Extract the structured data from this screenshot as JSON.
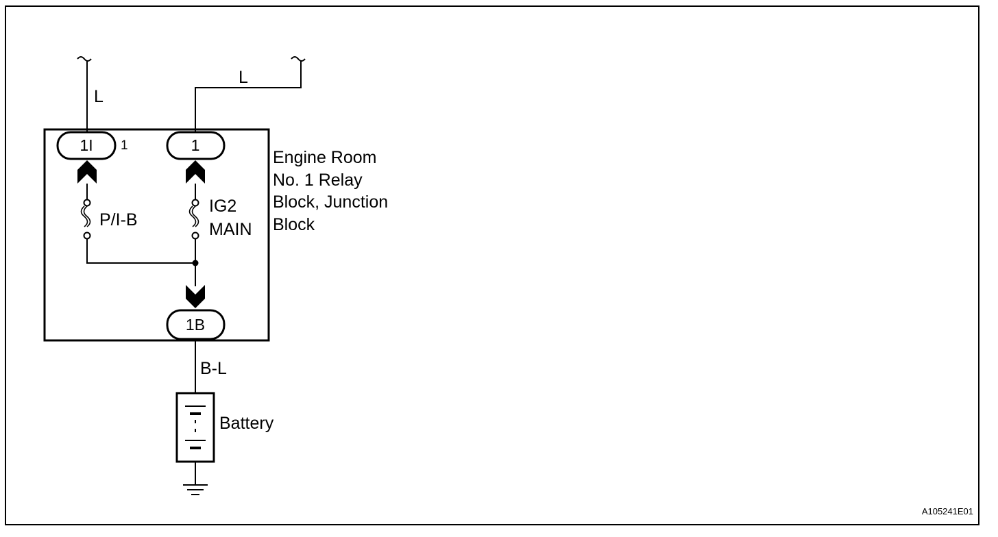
{
  "wires": {
    "left_color": "L",
    "right_color": "L",
    "battery_wire_color": "B-L"
  },
  "relay_block": {
    "label_lines": [
      "Engine Room",
      "No. 1 Relay",
      "Block, Junction",
      "Block"
    ],
    "connectors": {
      "left": "1I",
      "left_pin": "1",
      "right": "1",
      "bottom": "1B"
    },
    "fuses": {
      "left": "P/I-B",
      "right_line1": "IG2",
      "right_line2": "MAIN"
    }
  },
  "battery_label": "Battery",
  "figure_id": "A105241E01"
}
